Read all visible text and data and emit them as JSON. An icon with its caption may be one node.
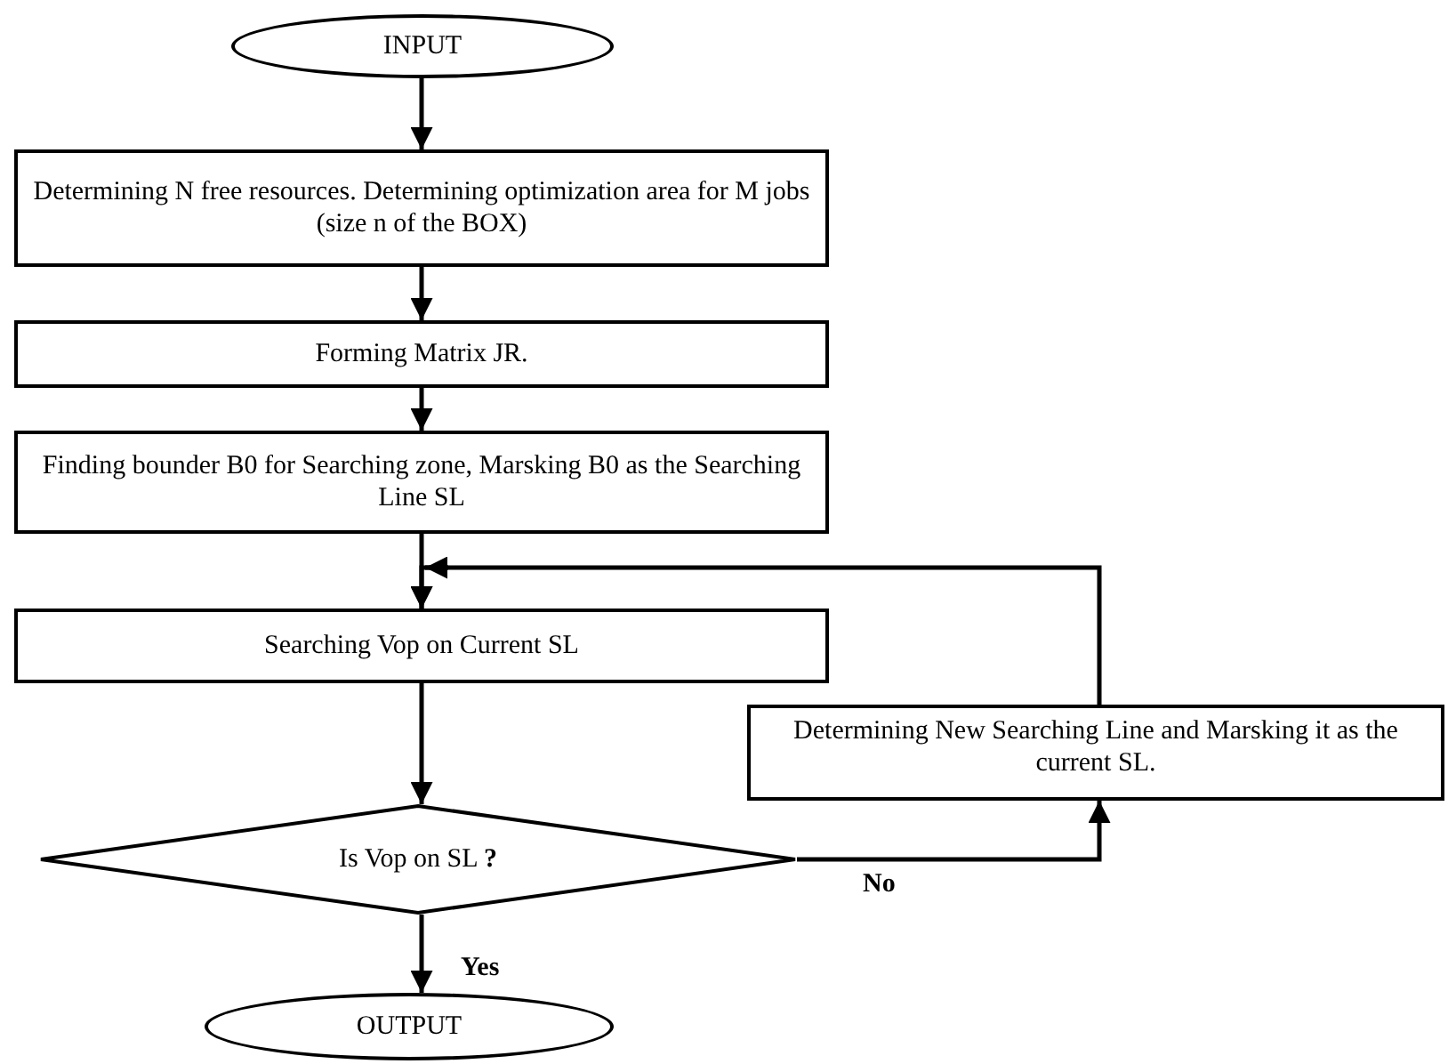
{
  "diagram": {
    "nodes": [
      {
        "text": [
          "INPUT"
        ]
      },
      {
        "text": [
          "Determining N free resources. Determining optimization area for M jobs (size  n of the BOX)"
        ]
      },
      {
        "text": [
          "Forming Matrix JR."
        ]
      },
      {
        "text": [
          "Finding  bounder B0 for  Searching zone, Marsking B0 as the Searching Line SL"
        ]
      },
      {
        "text": [
          "Searching Vop on Current SL"
        ]
      },
      {
        "text": [
          "Is Vop on  SL  **?**"
        ]
      },
      {
        "text": [
          "Determining New Searching Line and Marsking it as the current SL."
        ]
      },
      {
        "text": [
          "OUTPUT"
        ]
      }
    ],
    "edges": [
      {
        "from": 0,
        "to": 1,
        "arrow": "to"
      },
      {
        "from": 1,
        "to": 2,
        "arrow": "to"
      },
      {
        "from": 2,
        "to": 3,
        "arrow": "to"
      },
      {
        "from": 3,
        "to": 4,
        "arrow": "to"
      },
      {
        "from": 4,
        "to": 5,
        "arrow": "to"
      },
      {
        "from": 5,
        "to": 6,
        "arrow": "to",
        "label": "No"
      },
      {
        "from": 6,
        "to": 4,
        "arrow": "to"
      },
      {
        "from": 5,
        "to": 7,
        "arrow": "to",
        "label": "Yes"
      }
    ]
  }
}
